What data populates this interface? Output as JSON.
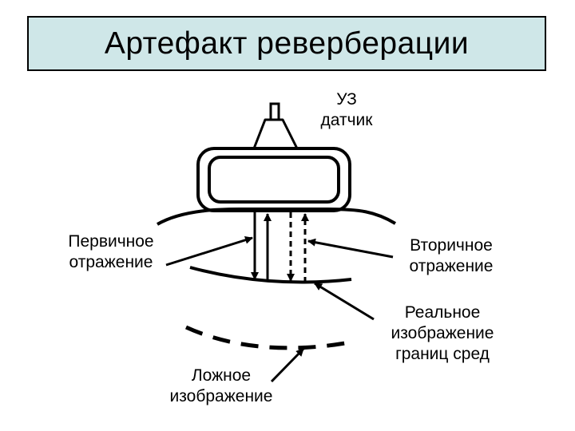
{
  "title": "Артефакт реверберации",
  "labels": {
    "probe": [
      "УЗ",
      "датчик"
    ],
    "primary_reflection": [
      "Первичное",
      "отражение"
    ],
    "secondary_reflection": [
      "Вторичное",
      "отражение"
    ],
    "real_image": [
      "Реальное",
      "изображение",
      "границ сред"
    ],
    "false_image": [
      "Ложное",
      "изображение"
    ]
  },
  "colors": {
    "title_background": "#cfe7e8",
    "line": "#000000"
  }
}
